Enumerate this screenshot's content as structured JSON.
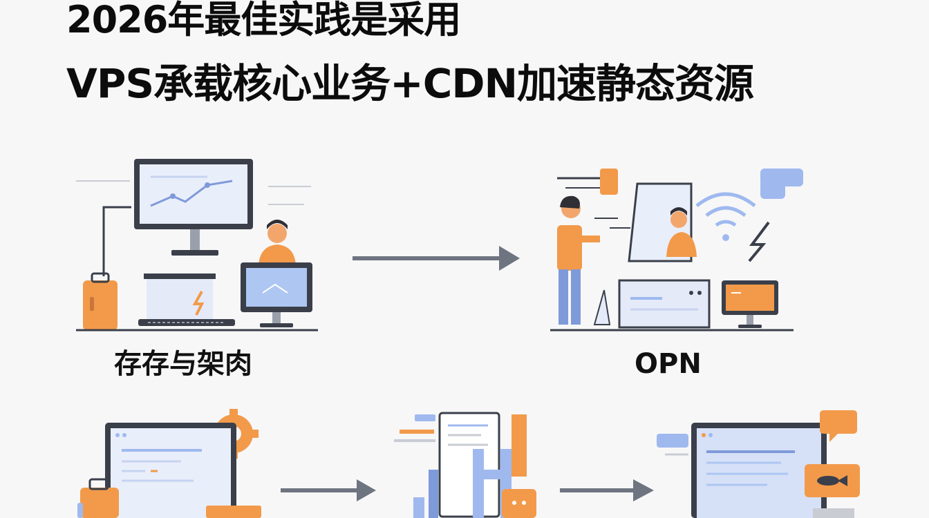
{
  "title": {
    "line1": "2026年最佳实践是采用",
    "line2": "VPS承载核心业务+CDN加速静态资源"
  },
  "labels": {
    "left": "存存与架肉",
    "right": "OPN"
  },
  "colors": {
    "accent_orange": "#f29a4a",
    "accent_blue": "#9fb9ef",
    "dark_frame": "#3a3f4a",
    "arrow": "#6e7480",
    "background": "#f7f7f8"
  }
}
